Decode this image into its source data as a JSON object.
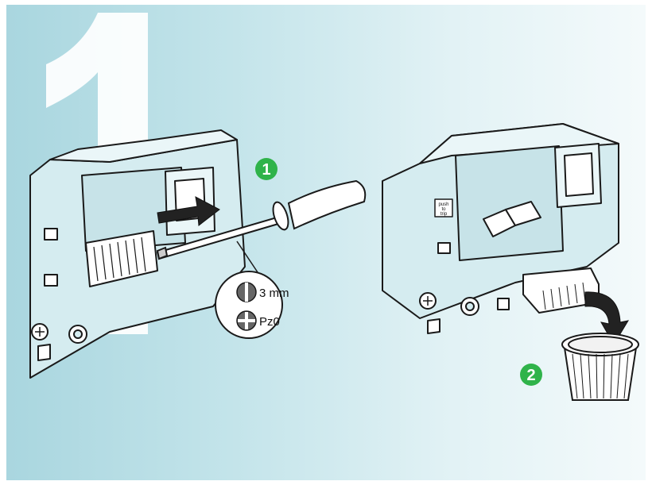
{
  "step_number": "1",
  "callouts": [
    {
      "id": "step-1",
      "number": "1"
    },
    {
      "id": "step-2",
      "number": "2"
    }
  ],
  "tool_specs": [
    {
      "tip": "flat-blade",
      "size": "3 mm"
    },
    {
      "tip": "pozidriv",
      "size": "Pz0"
    }
  ],
  "button_label": {
    "line1": "push",
    "line2": "to",
    "line3": "trip"
  },
  "colors": {
    "background_start": "#a9d6df",
    "background_end": "#f4fafb",
    "big_numeral": "#ffffff",
    "callout_green": "#2fb34a",
    "line_art": "#1a1a1a",
    "device_fill": "#dbeff2"
  }
}
